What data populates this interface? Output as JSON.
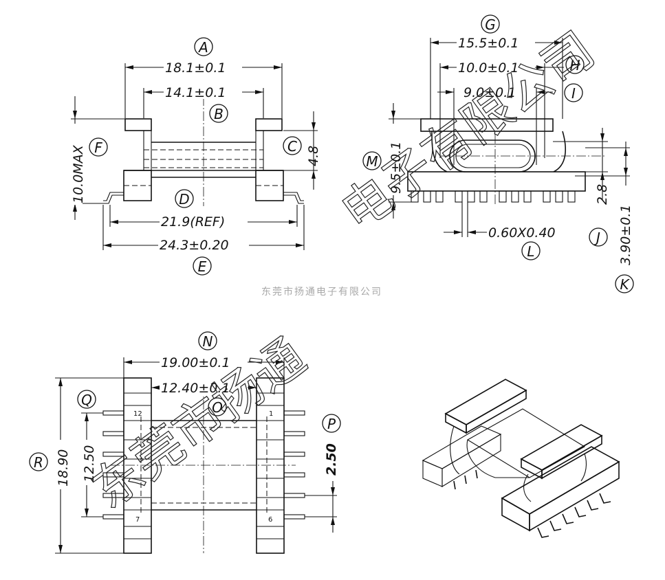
{
  "top_left_view": {
    "dim_A": "18.1±0.1",
    "dim_B": "14.1±0.1",
    "dim_C": "4.8",
    "dim_F": "10.0MAX",
    "dim_D": "21.9(REF)",
    "dim_E": "24.3±0.20",
    "labels": {
      "A": "A",
      "B": "B",
      "C": "C",
      "D": "D",
      "E": "E",
      "F": "F"
    }
  },
  "top_right_view": {
    "dim_G": "15.5±0.1",
    "dim_H": "10.0±0.1",
    "dim_I": "9.0±0.1",
    "dim_M": "9.5±0.1",
    "dim_J": "2.8",
    "dim_K": "3.90±0.1",
    "dim_L": "0.60X0.40",
    "labels": {
      "G": "G",
      "H": "H",
      "I": "I",
      "J": "J",
      "K": "K",
      "L": "L",
      "M": "M"
    }
  },
  "bottom_view": {
    "dim_N": "19.00±0.1",
    "dim_O": "12.40±0.1",
    "dim_P": "2.50",
    "dim_Q": "12.50",
    "dim_R": "18.90",
    "pin_12": "12",
    "pin_1": "1",
    "pin_7": "7",
    "pin_6": "6",
    "labels": {
      "N": "N",
      "O": "O",
      "P": "P",
      "Q": "Q",
      "R": "R"
    }
  },
  "watermark": {
    "small": "东莞市扬通电子有限公司",
    "big_line1": "东莞市扬通",
    "big_line2": "电子有限公司"
  }
}
